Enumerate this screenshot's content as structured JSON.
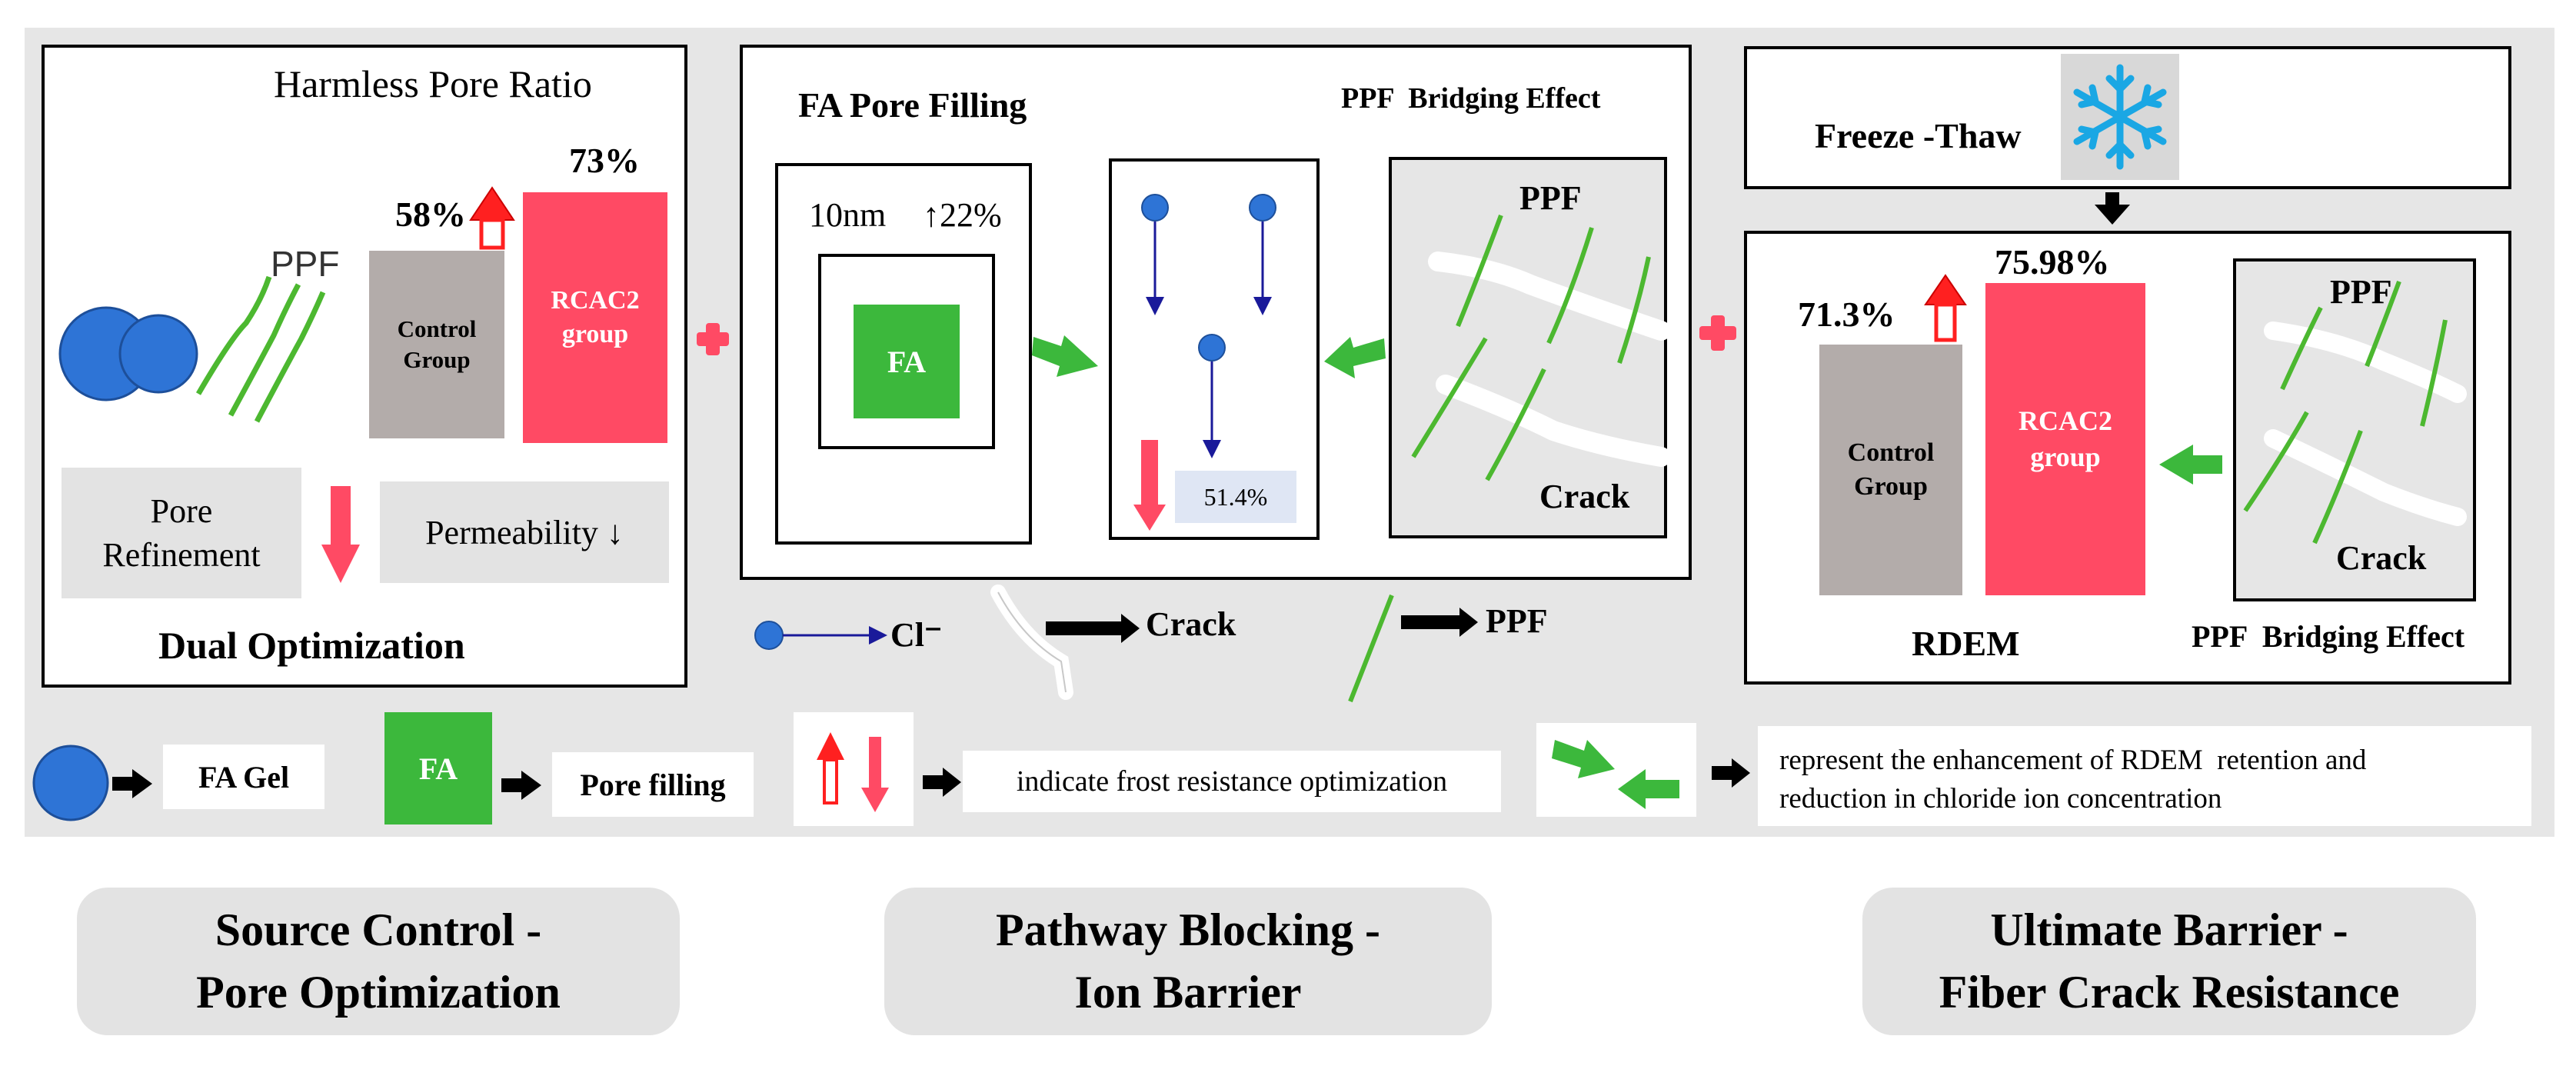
{
  "colors": {
    "control": "#b3acaa",
    "rcac2": "#ff4a64",
    "fa_green": "#3cb83c",
    "fiber_green": "#4cb830",
    "gel_blue": "#2e74d6",
    "ion_blue": "#3a63c8",
    "arrow_red": "#ff2020",
    "panel_bg": "#e6e6e6",
    "pill_bg": "#e3e3e3",
    "value_box": "#dfe6f4",
    "snow": "#1aa7e4"
  },
  "panel1": {
    "title": "Harmless Pore Ratio",
    "control_value": "58%",
    "rcac2_value": "73%",
    "control_label": "Control Group",
    "rcac2_label": "RCAC2 group",
    "ppf_label": "PPF",
    "pore_refinement": "Pore Refinement",
    "permeability": "Permeability ↓",
    "footer": "Dual Optimization"
  },
  "panel2": {
    "fa_title": "FA Pore Filling",
    "ppf_title": "PPF  Bridging Effect",
    "pore_size": "10nm",
    "pore_change": "↑22%",
    "fa_label": "FA",
    "ion_value": "51.4%",
    "ppf_label": "PPF",
    "crack_label": "Crack"
  },
  "panel3": {
    "freeze_thaw": "Freeze -Thaw",
    "control_value": "71.3%",
    "rcac2_value": "75.98%",
    "control_label": "Control Group",
    "rcac2_label": "RCAC2 group",
    "ppf_label": "PPF",
    "crack_label": "Crack",
    "rdem": "RDEM",
    "ppf_bridging": "PPF  Bridging Effect"
  },
  "middle_legend": {
    "cl": "Cl⁻",
    "crack": "Crack",
    "ppf": "PPF"
  },
  "legend": {
    "fa_gel": "FA Gel",
    "fa": "FA",
    "pore_filling": "Pore filling",
    "frost": "indicate frost resistance optimization",
    "rdem_line1": "represent the enhancement of RDEM  retention and",
    "rdem_line2": "reduction in chloride ion concentration"
  },
  "stages": [
    {
      "line1": "Source Control -",
      "line2": "Pore Optimization"
    },
    {
      "line1": "Pathway Blocking -",
      "line2": "Ion Barrier"
    },
    {
      "line1": "Ultimate Barrier -",
      "line2": "Fiber Crack Resistance"
    }
  ]
}
